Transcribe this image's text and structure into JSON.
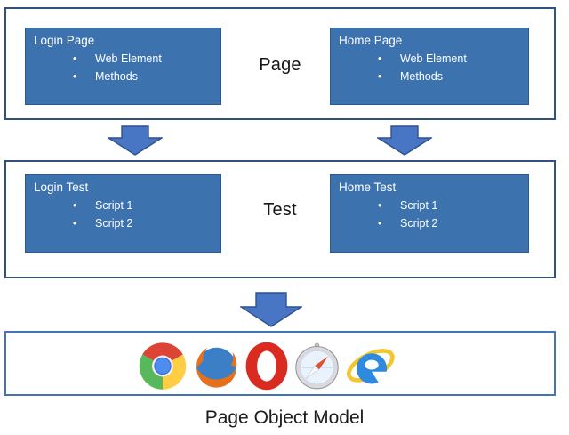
{
  "diagram": {
    "caption": "Page Object Model",
    "tiers": [
      {
        "label": "Page",
        "boxes": [
          {
            "title": "Login Page",
            "items": [
              "Web Element",
              "Methods"
            ]
          },
          {
            "title": "Home Page",
            "items": [
              "Web Element",
              "Methods"
            ]
          }
        ]
      },
      {
        "label": "Test",
        "boxes": [
          {
            "title": "Login Test",
            "items": [
              "Script 1",
              "Script 2"
            ]
          },
          {
            "title": "Home Test",
            "items": [
              "Script 1",
              "Script 2"
            ]
          }
        ]
      }
    ],
    "browsers": [
      "Chrome",
      "Firefox",
      "Opera",
      "Safari",
      "Internet Explorer"
    ],
    "colors": {
      "box_fill": "#3C72AE",
      "container_border": "#31507C",
      "browsers_border": "#4673B4",
      "arrow_fill": "#4876C5",
      "arrow_outline": "#2F528F",
      "box_text": "#FFFFFF",
      "label_text": "#161616"
    }
  }
}
